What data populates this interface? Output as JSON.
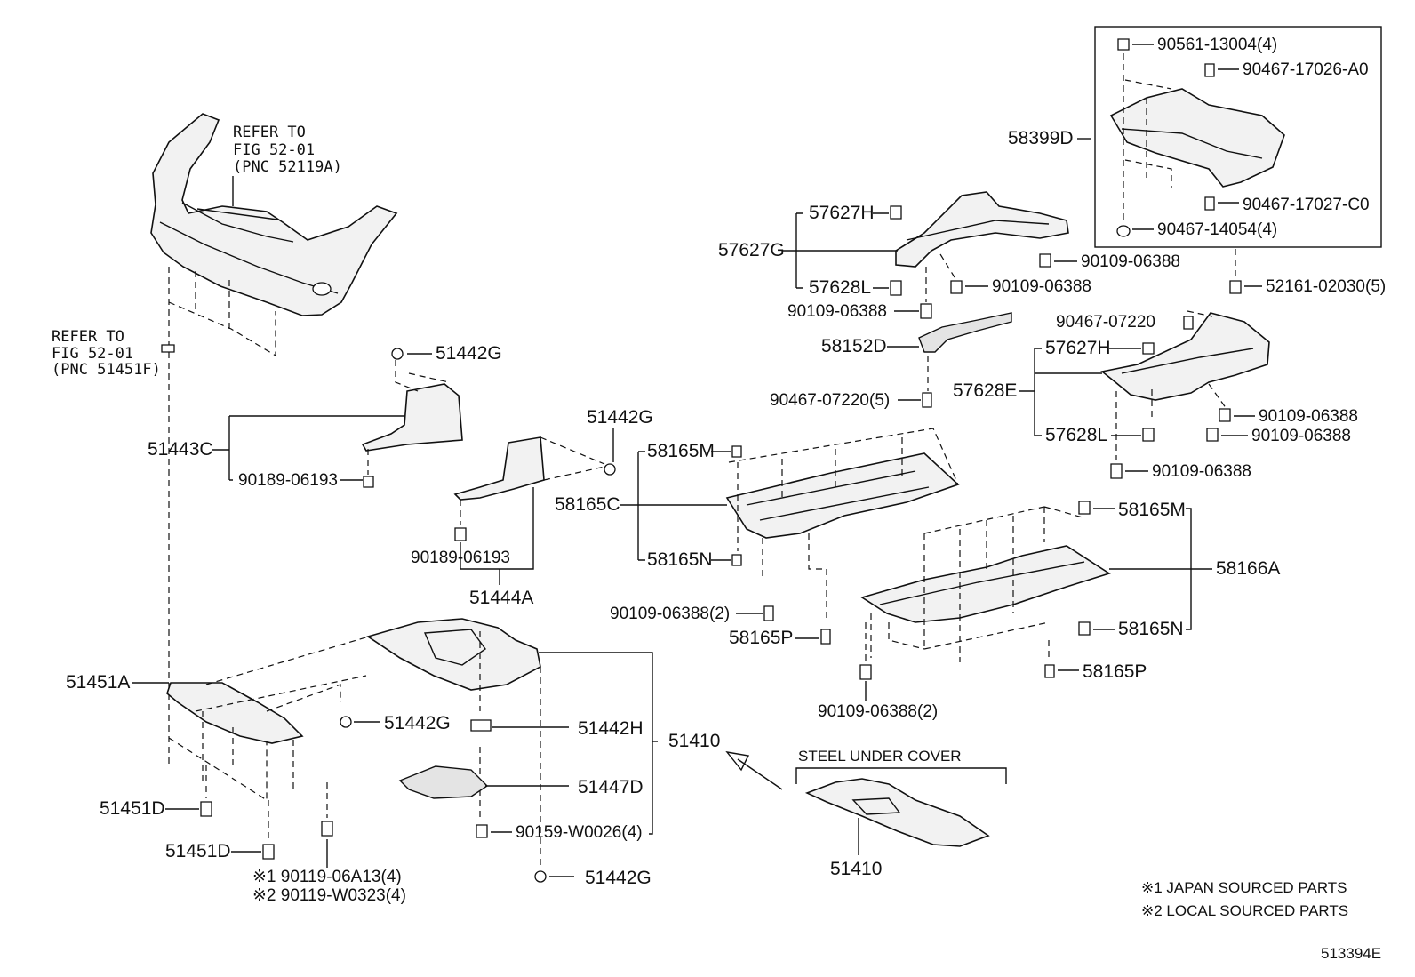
{
  "labels": {
    "refer_bumper": [
      "REFER TO",
      "FIG 52-01",
      "(PNC 52119A)"
    ],
    "refer_bracket": [
      "REFER TO",
      "FIG 52-01",
      "(PNC 51451F)"
    ],
    "p51442G_a": "51442G",
    "p51443C": "51443C",
    "p90189_a": "90189-06193",
    "p51442G_b": "51442G",
    "p90189_b": "90189-06193",
    "p51444A": "51444A",
    "p58165M_a": "58165M",
    "p58165C": "58165C",
    "p58165N_a": "58165N",
    "p90109_2a": "90109-06388(2)",
    "p58165P_a": "58165P",
    "p57627H_a": "57627H",
    "p57627G": "57627G",
    "p57628L_a": "57628L",
    "p90109_a": "90109-06388",
    "p90109_b": "90109-06388",
    "p90109_c": "90109-06388",
    "p58152D": "58152D",
    "p90467_07220_5": "90467-07220(5)",
    "p90561": "90561-13004(4)",
    "p90467_17026": "90467-17026-A0",
    "p58399D": "58399D",
    "p90467_17027": "90467-17027-C0",
    "p90467_14054": "90467-14054(4)",
    "p52161": "52161-02030(5)",
    "p90467_07220": "90467-07220",
    "p57627H_b": "57627H",
    "p57628E": "57628E",
    "p57628L_b": "57628L",
    "p90109_d": "90109-06388",
    "p90109_e": "90109-06388",
    "p90109_f": "90109-06388",
    "p58165M_b": "58165M",
    "p58166A": "58166A",
    "p58165N_b": "58165N",
    "p58165P_b": "58165P",
    "p90109_2b": "90109-06388(2)",
    "p51451A": "51451A",
    "p51442G_c": "51442G",
    "p51442H": "51442H",
    "p51410_a": "51410",
    "p51447D": "51447D",
    "p51451D_a": "51451D",
    "p51451D_b": "51451D",
    "p90159": "90159-W0026(4)",
    "p51442G_d": "51442G",
    "p90119_1": "※1 90119-06A13(4)",
    "p90119_2": "※2 90119-W0323(4)",
    "steel_cover": "STEEL UNDER COVER",
    "p51410_b": "51410",
    "note1": "※1  JAPAN SOURCED PARTS",
    "note2": "※2  LOCAL SOURCED PARTS",
    "fig_id": "513394E"
  }
}
